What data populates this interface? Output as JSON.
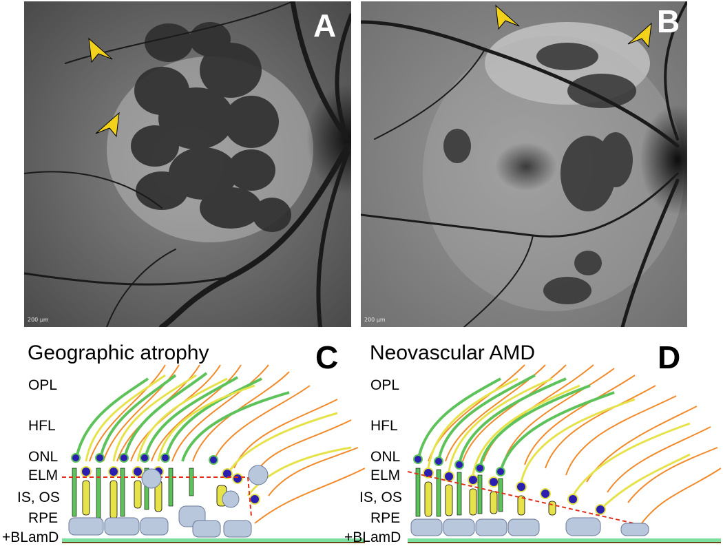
{
  "panels": {
    "A": {
      "label": "A",
      "scale": "200 µm"
    },
    "B": {
      "label": "B",
      "scale": "200 µm"
    },
    "C": {
      "label": "C",
      "title": "Geographic atrophy"
    },
    "D": {
      "label": "D",
      "title": "Neovascular AMD"
    }
  },
  "layers": {
    "C": [
      "OPL",
      "HFL",
      "ONL",
      "ELM",
      "IS, OS",
      "RPE",
      "+BLamD"
    ],
    "D": [
      "OPL",
      "HFL",
      "ONL",
      "ELM",
      "IS, OS",
      "RPE",
      "+BLamD"
    ]
  },
  "colors": {
    "arrowhead": "#f2d21a",
    "axon": "#f08a2a",
    "rod": "#5ec25a",
    "cone": "#e6e24a",
    "nucleus": "#2a1fb0",
    "rpe": "#b9c7dd",
    "blamd": "#7ee0a0",
    "elm_line": "#e0301a"
  }
}
